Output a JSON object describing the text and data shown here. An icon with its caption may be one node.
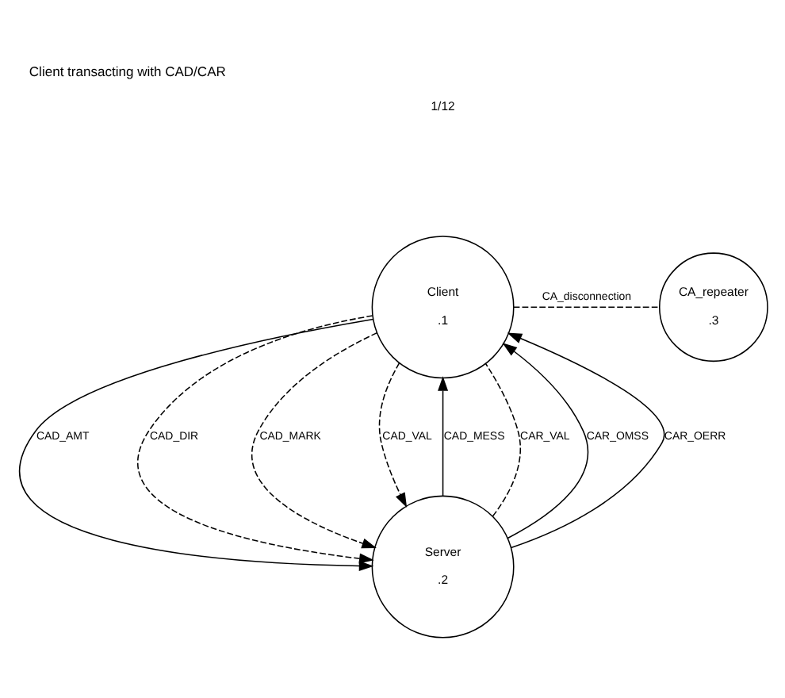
{
  "diagram": {
    "title": "Client transacting with CAD/CAR",
    "nodes": [
      {
        "text": [
          "Client",
          ".1"
        ]
      },
      {
        "text": [
          "Server",
          ".2"
        ]
      },
      {
        "text": [
          "CA_repeater",
          ".3"
        ]
      }
    ],
    "edges": [
      {
        "from": 0,
        "to": 2,
        "arrow": "none",
        "label": "CA_disconnection",
        "style": "dashed"
      },
      {
        "from": 0,
        "to": 1,
        "arrow": "to",
        "label": "CAD_AMT"
      },
      {
        "from": 0,
        "to": 1,
        "arrow": "to",
        "label": "CAD_DIR",
        "style": "dashed"
      },
      {
        "from": 0,
        "to": 1,
        "arrow": "to",
        "label": "CAD_MARK",
        "style": "dashed"
      },
      {
        "from": 0,
        "to": 1,
        "arrow": "to",
        "label": "CAD_VAL",
        "style": "dashed"
      },
      {
        "from": 1,
        "to": 0,
        "arrow": "to",
        "label": "CAD_MESS"
      },
      {
        "from": 1,
        "to": 0,
        "arrow": "none",
        "label": "CAR_VAL",
        "style": "dashed"
      },
      {
        "from": 1,
        "to": 0,
        "arrow": "to",
        "label": "CAR_OMSS"
      },
      {
        "from": 1,
        "to": 0,
        "arrow": "to",
        "label": "CAR_OERR"
      }
    ],
    "labels": [
      "1/12"
    ]
  }
}
